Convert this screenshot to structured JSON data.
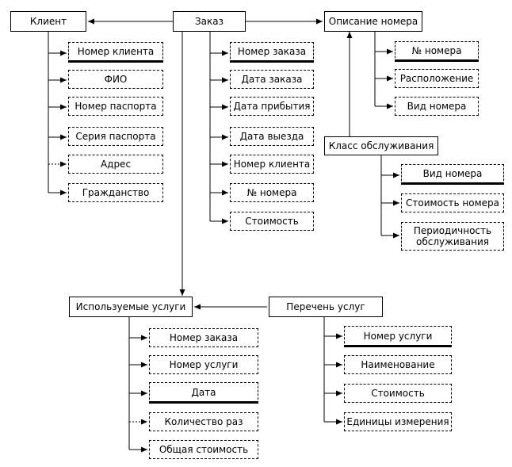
{
  "entities": {
    "client": {
      "title": "Клиент",
      "attributes": [
        "Номер клиента",
        "ФИО",
        "Номер паспорта",
        "Серия паспорта",
        "Адрес",
        "Гражданство"
      ]
    },
    "order": {
      "title": "Заказ",
      "attributes": [
        "Номер заказа",
        "Дата заказа",
        "Дата прибытия",
        "Дата выезда",
        "Номер клиента",
        "№ номера",
        "Стоимость"
      ]
    },
    "room_description": {
      "title": "Описание номера",
      "attributes": [
        "№ номера",
        "Расположение",
        "Вид номера"
      ]
    },
    "service_class": {
      "title": "Класс обслуживания",
      "attributes": [
        "Вид номера",
        "Стоимость номера",
        "Периодичность",
        "обслуживания"
      ]
    },
    "used_services": {
      "title": "Используемые услуги",
      "attributes": [
        "Номер заказа",
        "Номер услуги",
        "Дата",
        "Количество раз",
        "Общая стоимость"
      ]
    },
    "service_list": {
      "title": "Перечень услуг",
      "attributes": [
        "Номер услуги",
        "Наименование",
        "Стоимость",
        "Единицы измерения"
      ]
    }
  }
}
